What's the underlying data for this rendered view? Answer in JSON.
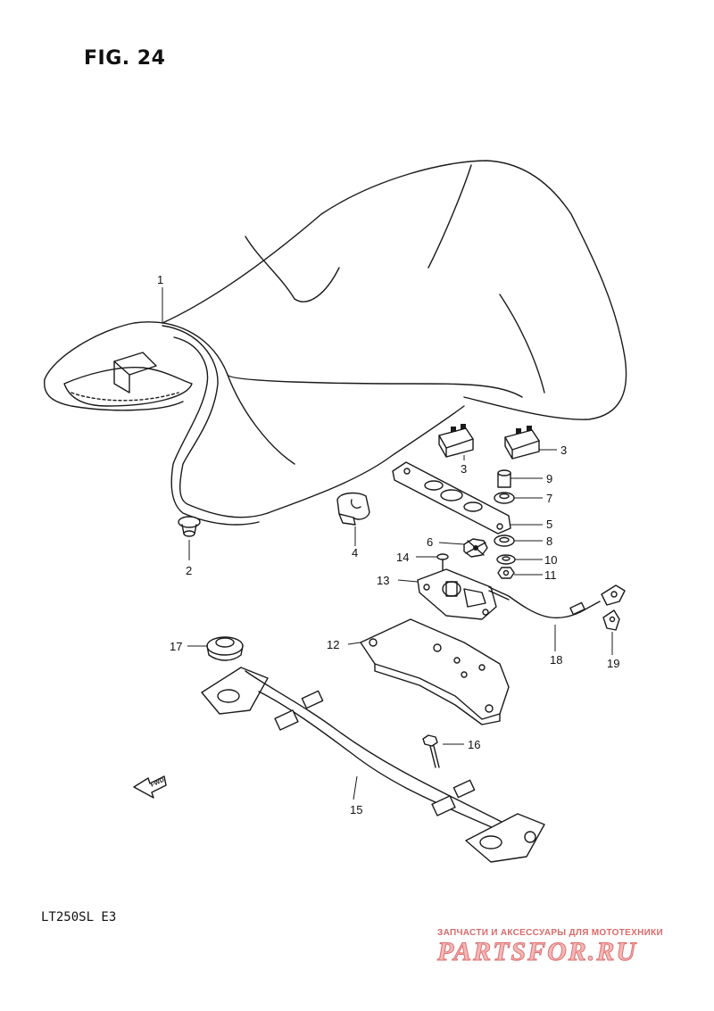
{
  "figure": {
    "title": "FIG. 24"
  },
  "model": {
    "code": "LT250SL  E3"
  },
  "direction_arrow": {
    "label": "FWD"
  },
  "watermark": {
    "caption": "ЗАПЧАСТИ И АКСЕССУАРЫ ДЛЯ МОТОТЕХНИКИ",
    "logo": "PARTSFOR.RU"
  },
  "callouts": [
    {
      "id": "1",
      "label": "1"
    },
    {
      "id": "2",
      "label": "2"
    },
    {
      "id": "3a",
      "label": "3"
    },
    {
      "id": "3b",
      "label": "3"
    },
    {
      "id": "4",
      "label": "4"
    },
    {
      "id": "5",
      "label": "5"
    },
    {
      "id": "6",
      "label": "6"
    },
    {
      "id": "7",
      "label": "7"
    },
    {
      "id": "8",
      "label": "8"
    },
    {
      "id": "9",
      "label": "9"
    },
    {
      "id": "10",
      "label": "10"
    },
    {
      "id": "11",
      "label": "11"
    },
    {
      "id": "12",
      "label": "12"
    },
    {
      "id": "13",
      "label": "13"
    },
    {
      "id": "14",
      "label": "14"
    },
    {
      "id": "15",
      "label": "15"
    },
    {
      "id": "16",
      "label": "16"
    },
    {
      "id": "17",
      "label": "17"
    },
    {
      "id": "18",
      "label": "18"
    },
    {
      "id": "19",
      "label": "19"
    }
  ]
}
